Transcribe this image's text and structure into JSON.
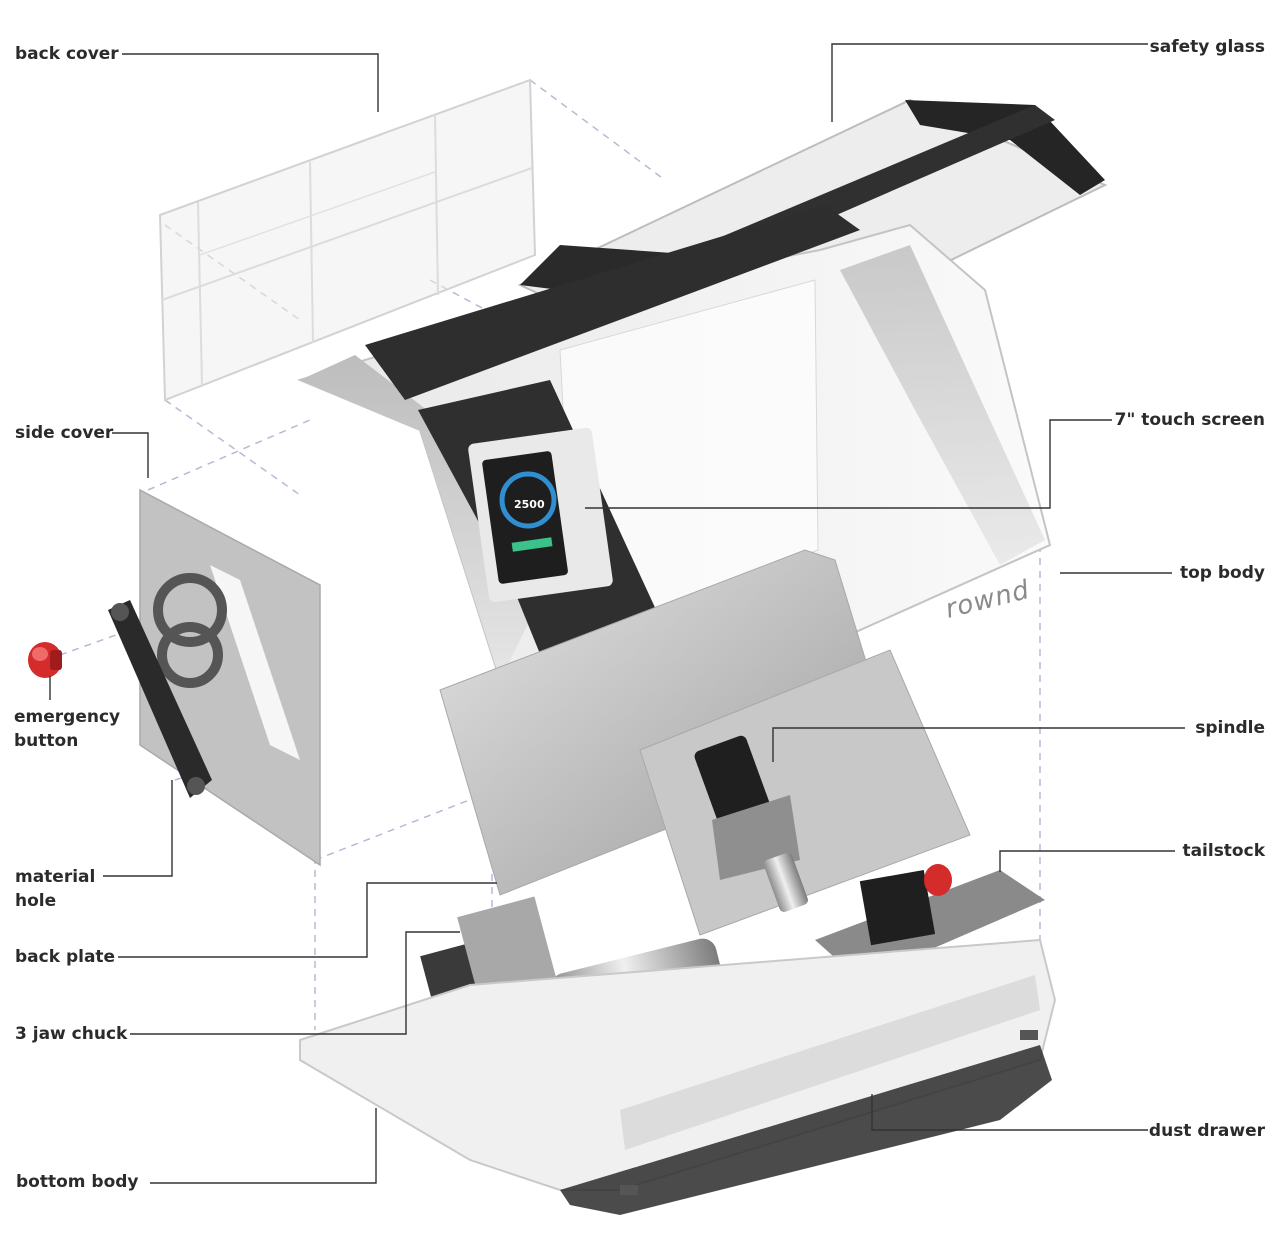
{
  "labels": {
    "back_cover": "back cover",
    "safety_glass": "safety glass",
    "side_cover": "side cover",
    "touch_screen": "7\" touch screen",
    "top_body": "top body",
    "emergency_button": "emergency\nbutton",
    "spindle": "spindle",
    "material_hole": "material\nhole",
    "tailstock": "tailstock",
    "back_plate": "back plate",
    "three_jaw_chuck": "3 jaw chuck",
    "dust_drawer": "dust drawer",
    "bottom_body": "bottom body"
  },
  "branding": {
    "logo": "rownd",
    "screen_readout": "2500"
  },
  "colors": {
    "background": "#ffffff",
    "leader_line": "#333333",
    "guide_dash": "#b9b9d6",
    "body_white": "#f2f2f2",
    "body_grey": "#c9c9c9",
    "dark_panel": "#2f2f2f",
    "metal": "#b8b8b8",
    "emergency_red": "#d42b2b",
    "screen_accent": "#3ac28a"
  }
}
